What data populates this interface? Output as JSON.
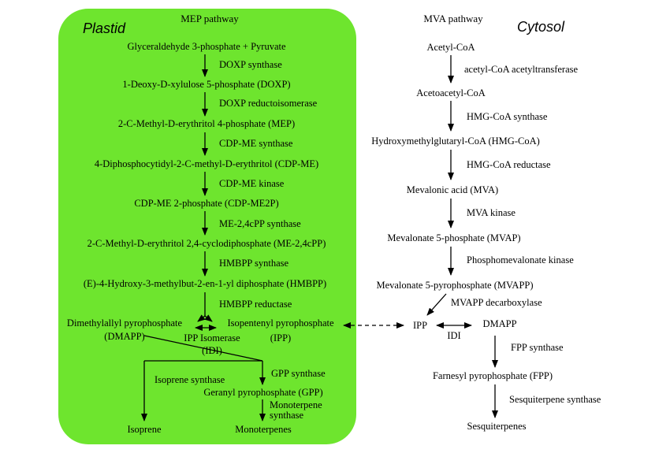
{
  "colors": {
    "plastid_fill": "#6ee52e",
    "ink": "#000000",
    "background": "#ffffff"
  },
  "mep": {
    "region_label": "Plastid",
    "title": "MEP pathway",
    "compounds": {
      "g3p": "Glyceraldehyde 3-phosphate + Pyruvate",
      "doxp": "1-Deoxy-D-xylulose 5-phosphate (DOXP)",
      "mep": "2-C-Methyl-D-erythritol 4-phosphate (MEP)",
      "cdpme": "4-Diphosphocytidyl-2-C-methyl-D-erythritol (CDP-ME)",
      "cdpme2p": "CDP-ME 2-phosphate (CDP-ME2P)",
      "mecpp": "2-C-Methyl-D-erythritol 2,4-cyclodiphosphate (ME-2,4cPP)",
      "hmbpp": "(E)-4-Hydroxy-3-methylbut-2-en-1-yl diphosphate (HMBPP)",
      "dmapp_1": "Dimethylallyl pyrophosphate",
      "dmapp_2": "(DMAPP)",
      "ipp": "Isopentenyl pyrophosphate",
      "ipp_abbr": "(IPP)",
      "gpp": "Geranyl pyrophosphate (GPP)",
      "isoprene": "Isoprene",
      "monoterpenes": "Monoterpenes"
    },
    "enzymes": {
      "dxs": "DOXP synthase",
      "dxr": "DOXP reductoisomerase",
      "cms": "CDP-ME synthase",
      "cmk": "CDP-ME kinase",
      "mcs": "ME-2,4cPP synthase",
      "hds": "HMBPP synthase",
      "hdr": "HMBPP reductase",
      "idi_1": "IPP Isomerase",
      "idi_2": "(IDI)",
      "gpps": "GPP synthase",
      "isps": "Isoprene synthase",
      "mts_1": "Monoterpene",
      "mts_2": "synthase"
    }
  },
  "mva": {
    "region_label": "Cytosol",
    "title": "MVA pathway",
    "compounds": {
      "acetyl": "Acetyl-CoA",
      "acetoacetyl": "Acetoacetyl-CoA",
      "hmgcoa": "Hydroxymethylglutaryl-CoA (HMG-CoA)",
      "mva": "Mevalonic acid (MVA)",
      "mvap": "Mevalonate 5-phosphate (MVAP)",
      "mvapp": "Mevalonate 5-pyrophosphate (MVAPP)",
      "ipp": "IPP",
      "dmapp": "DMAPP",
      "fpp": "Farnesyl pyrophosphate (FPP)",
      "sesq": "Sesquiterpenes"
    },
    "enzymes": {
      "aact": "acetyl-CoA acetyltransferase",
      "hmgs": "HMG-CoA synthase",
      "hmgr": "HMG-CoA reductase",
      "mk": "MVA kinase",
      "pmk": "Phosphomevalonate kinase",
      "mvd": "MVAPP decarboxylase",
      "idi": "IDI",
      "fpps": "FPP synthase",
      "tps": "Sesquiterpene synthase"
    }
  }
}
